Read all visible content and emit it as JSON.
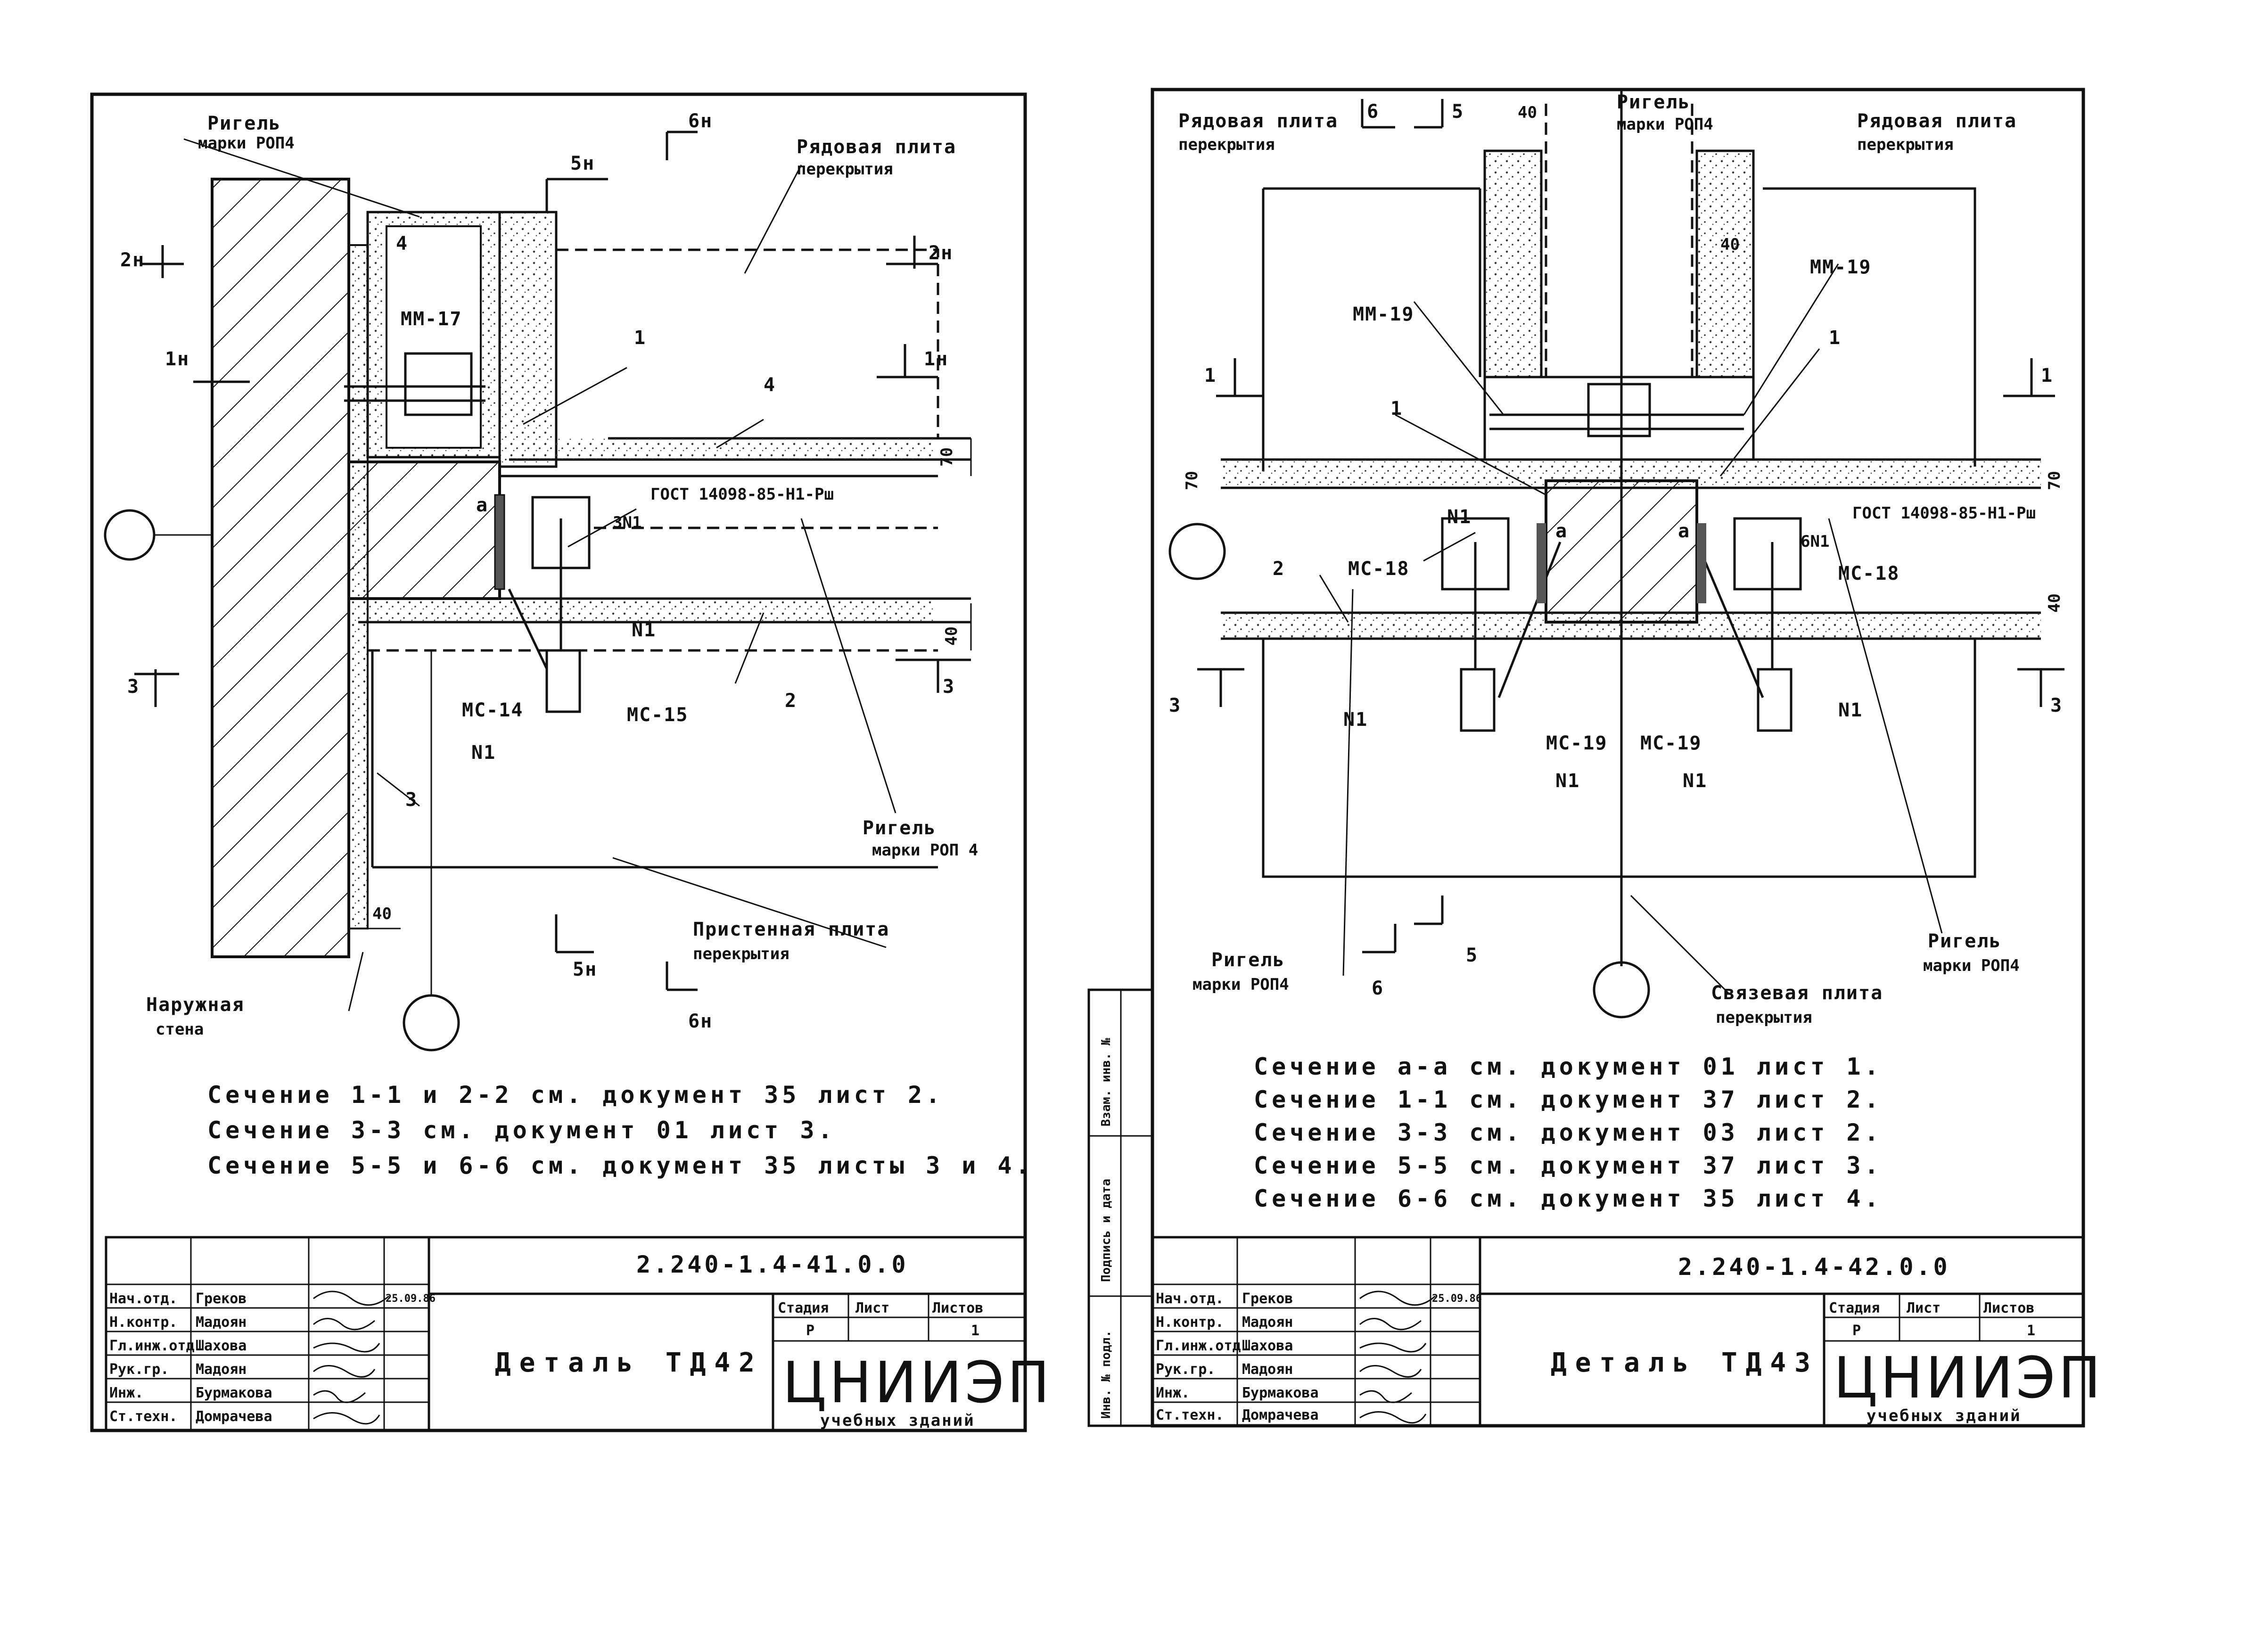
{
  "left_sheet": {
    "labels": {
      "rigel_top": "Ригель",
      "rigel_top_mark": "марки РОП4",
      "slab_top": "Рядовая плита",
      "slab_top_2": "перекрытия",
      "mm17": "ММ-17",
      "gost": "ГОСТ 14098-85-Н1-Рш",
      "weld_3n1": "3N1",
      "ms14": "МС-14",
      "ms15": "МС-15",
      "n1_a": "N1",
      "n1_b": "N1",
      "a_mark": "а",
      "rigel_right": "Ригель",
      "rigel_right_mark": "марки РОП 4",
      "wall_slab": "Пристенная плита",
      "wall_slab_2": "перекрытия",
      "outer_wall": "Наружная",
      "outer_wall_2": "стена",
      "cut_1n_l": "1н",
      "cut_1n_r": "1н",
      "cut_2n_l": "2н",
      "cut_2n_r": "2н",
      "cut_3_l": "3",
      "cut_3_r": "3",
      "cut_5n_t": "5н",
      "cut_5n_b": "5н",
      "cut_6n_t": "6н",
      "cut_6n_b": "6н",
      "pos_1": "1",
      "pos_2": "2",
      "pos_3": "3",
      "pos_4a": "4",
      "pos_4b": "4",
      "dim_70": "70",
      "dim_40a": "40",
      "dim_40b": "40"
    },
    "notes": [
      "Сечение 1-1 и 2-2 см. документ 35 лист 2.",
      "Сечение 3-3 см. документ 01 лист 3.",
      "Сечение 5-5 и 6-6 см. документ 35 листы 3 и 4."
    ],
    "title_block": {
      "code": "2.240-1.4-41.0.0",
      "title": "Деталь ТД42",
      "stage_header": "Стадия",
      "sheet_header": "Лист",
      "sheets_header": "Листов",
      "stage": "Р",
      "sheets": "1",
      "org": "ЦНИИЭП",
      "org_sub": "учебных зданий",
      "date": "25.09.86",
      "roles": [
        "Нач.отд.",
        "Н.контр.",
        "Гл.инж.отд",
        "Рук.гр.",
        "Инж.",
        "Ст.техн."
      ],
      "names": [
        "Греков",
        "Мадоян",
        "Шахова",
        "Мадоян",
        "Бурмакова",
        "Домрачева"
      ]
    }
  },
  "right_sheet": {
    "labels": {
      "slab_left": "Рядовая плита",
      "slab_left_2": "перекрытия",
      "slab_right": "Рядовая плита",
      "slab_right_2": "перекрытия",
      "rigel_top": "Ригель",
      "rigel_top_mark": "марки РОП4",
      "mm19_l": "ММ-19",
      "mm19_r": "ММ-19",
      "gost": "ГОСТ 14098-85-Н1-Рш",
      "weld_6n1": "6N1",
      "ms18": "МС-18",
      "ms18_r": "МС-18",
      "ms19_l": "МС-19",
      "ms19_r": "МС-19",
      "n1_1": "N1",
      "n1_2": "N1",
      "n1_3": "N1",
      "n1_4": "N1",
      "n1_5": "N1",
      "a_l": "а",
      "a_r": "а",
      "rigel_bl": "Ригель",
      "rigel_bl_mark": "марки РОП4",
      "rigel_br": "Ригель",
      "rigel_br_mark": "марки РОП4",
      "tie_slab": "Связевая плита",
      "tie_slab_2": "перекрытия",
      "cut_1_l": "1",
      "cut_1_r": "1",
      "cut_3_l": "3",
      "cut_3_r": "3",
      "cut_5_t": "5",
      "cut_5_b": "5",
      "cut_6_t": "6",
      "cut_6_b": "6",
      "pos_1a": "1",
      "pos_1b": "1",
      "pos_2": "2",
      "dim_40t": "40",
      "dim_40m": "40",
      "dim_70l": "70",
      "dim_70r": "70",
      "dim_40r": "40"
    },
    "notes": [
      "Сечение а-а см. документ 01 лист 1.",
      "Сечение 1-1 см. документ 37 лист 2.",
      "Сечение 3-3 см. документ 03 лист 2.",
      "Сечение 5-5 см. документ 37 лист 3.",
      "Сечение 6-6 см. документ 35 лист 4."
    ],
    "side_stamp": [
      "Инв. № подл.",
      "Подпись и дата",
      "Взам. инв. №"
    ],
    "title_block": {
      "code": "2.240-1.4-42.0.0",
      "title": "Деталь ТД43",
      "stage_header": "Стадия",
      "sheet_header": "Лист",
      "sheets_header": "Листов",
      "stage": "Р",
      "sheets": "1",
      "org": "ЦНИИЭП",
      "org_sub": "учебных зданий",
      "date": "25.09.86",
      "roles": [
        "Нач.отд.",
        "Н.контр.",
        "Гл.инж.отд",
        "Рук.гр.",
        "Инж.",
        "Ст.техн."
      ],
      "names": [
        "Греков",
        "Мадоян",
        "Шахова",
        "Мадоян",
        "Бурмакова",
        "Домрачева"
      ]
    }
  }
}
